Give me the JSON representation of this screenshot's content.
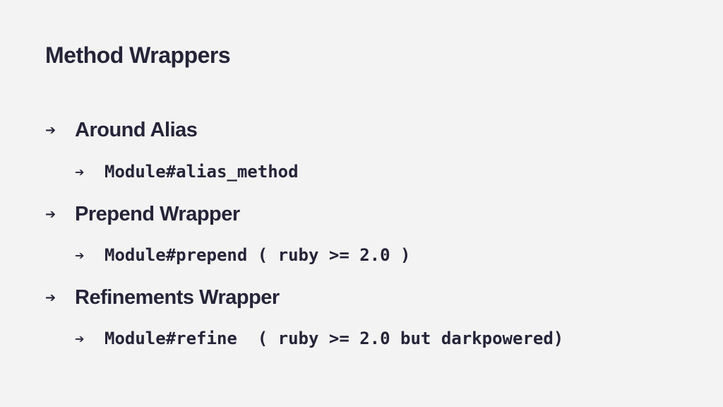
{
  "slide": {
    "title": "Method Wrappers",
    "bullets": [
      {
        "text": "Around Alias",
        "sub": "Module#alias_method"
      },
      {
        "text": "Prepend Wrapper",
        "sub": "Module#prepend ( ruby >= 2.0 )"
      },
      {
        "text": "Refinements Wrapper",
        "sub": "Module#refine  ( ruby >= 2.0 but darkpowered)"
      }
    ],
    "bullet_icon": "arrow-right-icon",
    "bullet_glyph": "➔"
  },
  "colors": {
    "background": "#f3f3f3",
    "text": "#252438"
  }
}
